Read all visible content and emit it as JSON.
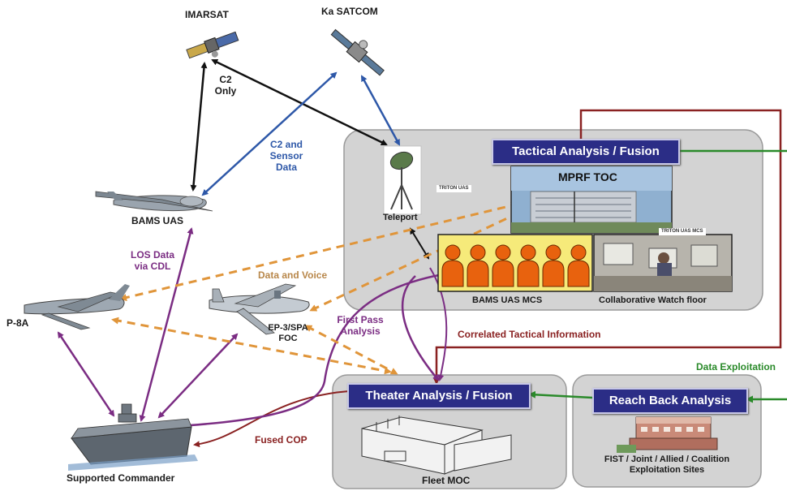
{
  "nodes": {
    "imarsat": "IMARSAT",
    "ka_satcom": "Ka SATCOM",
    "bams_uas": "BAMS UAS",
    "p8a": "P-8A",
    "ep3": "EP-3/SPA",
    "foc": "FOC",
    "teleport": "Teleport",
    "supported_commander": "Supported Commander",
    "mprf_toc": "MPRF TOC",
    "bams_uas_mcs": "BAMS UAS MCS",
    "watch_floor": "Collaborative Watch floor",
    "fleet_moc": "Fleet MOC",
    "exploitation_sites_line1": "FIST / Joint / Allied / Coalition",
    "exploitation_sites_line2": "Exploitation Sites",
    "triton_uas_tag": "TRITON UAS",
    "triton_mcs_tag": "TRITON UAS MCS"
  },
  "boxes": {
    "tactical": "Tactical Analysis / Fusion",
    "theater": "Theater Analysis / Fusion",
    "reach_back": "Reach Back Analysis"
  },
  "links": {
    "c2_only_line1": "C2",
    "c2_only_line2": "Only",
    "c2_sensor_line1": "C2 and",
    "c2_sensor_line2": "Sensor",
    "c2_sensor_line3": "Data",
    "los_line1": "LOS Data",
    "los_line2": "via CDL",
    "data_voice": "Data and Voice",
    "first_pass_line1": "First Pass",
    "first_pass_line2": "Analysis",
    "correlated": "Correlated Tactical Information",
    "data_exploitation": "Data Exploitation",
    "fused_cop": "Fused COP"
  },
  "colors": {
    "black_link": "#111111",
    "blue_link": "#2e58a8",
    "purple_link": "#7b2d83",
    "orange_link": "#e0953a",
    "brown_link": "#8a2222",
    "green_link": "#2a8a2a",
    "header_fill": "#2b2d86",
    "group_fill": "#d3d3d3",
    "operator_fill": "#e8620e"
  }
}
